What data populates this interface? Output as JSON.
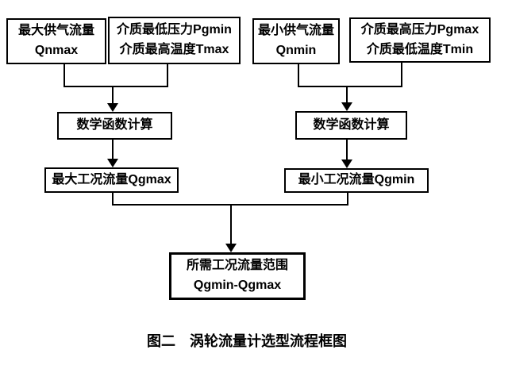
{
  "colors": {
    "background": "#ffffff",
    "line": "#000000",
    "text": "#000000"
  },
  "flowchart": {
    "nodes": {
      "max_supply_flow": {
        "line1": "最大供气流量",
        "line2": "Qnmax"
      },
      "media_min_pressure_max_temp": {
        "line1": "介质最低压力Pgmin",
        "line2": "介质最高温度Tmax"
      },
      "min_supply_flow": {
        "line1": "最小供气流量",
        "line2": "Qnmin"
      },
      "media_max_pressure_min_temp": {
        "line1": "介质最高压力Pgmax",
        "line2": "介质最低温度Tmin"
      },
      "math_calc_left": {
        "label": "数学函数计算"
      },
      "math_calc_right": {
        "label": "数学函数计算"
      },
      "max_working_flow": {
        "label": "最大工况流量Qgmax"
      },
      "min_working_flow": {
        "label": "最小工况流量Qgmin"
      },
      "required_flow_range": {
        "line1": "所需工况流量范围",
        "line2": "Qgmin-Qgmax"
      }
    },
    "caption": "图二　涡轮流量计选型流程框图"
  }
}
